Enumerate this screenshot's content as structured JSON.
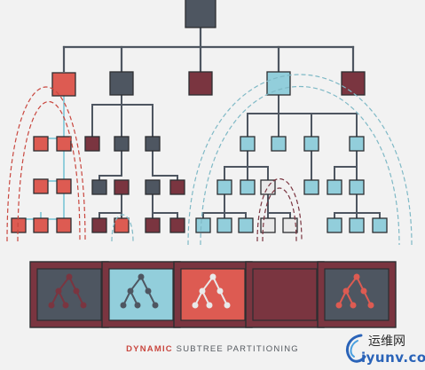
{
  "caption": {
    "highlight": "DYNAMIC",
    "rest": " SUBTREE PARTITIONING"
  },
  "watermark": {
    "chinese": "运维网",
    "url": "iyunv.com"
  },
  "colors": {
    "dark": "#4e5661",
    "maroon": "#7a3540",
    "red": "#dd5b52",
    "blue": "#92cedb",
    "white": "#e9e9e9",
    "outline": "#2c2e31",
    "panel_border": "#6e3b44"
  },
  "legend_panels": [
    {
      "bg": "dark",
      "tree": "maroon"
    },
    {
      "bg": "blue",
      "tree": "dark"
    },
    {
      "bg": "red",
      "tree": "white"
    },
    {
      "bg": "maroon",
      "tree": "none"
    },
    {
      "bg": "dark",
      "tree": "red"
    }
  ]
}
